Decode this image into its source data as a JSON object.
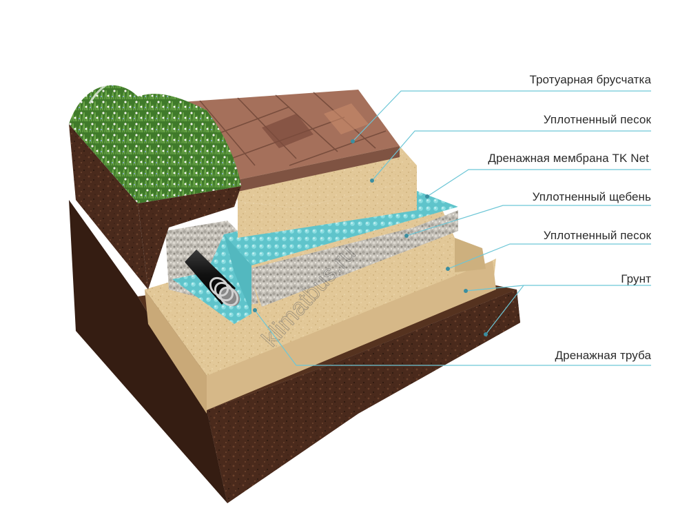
{
  "labels": [
    "Тротуарная брусчатка",
    "Уплотненный песок",
    "Дренажная мембрана TK Net",
    "Уплотненный щебень",
    "Уплотненный песок",
    "Грунт",
    "Дренажная труба"
  ],
  "watermark": "klimatbus.ru",
  "colors": {
    "leader": "#6cc6d6",
    "soil": "#4a2a1c",
    "sand": "#e2c898",
    "gravel": "#c8c4bc",
    "membrane": "#63c9cf",
    "paving": "#a5705b",
    "grass": "#4f8a34"
  }
}
